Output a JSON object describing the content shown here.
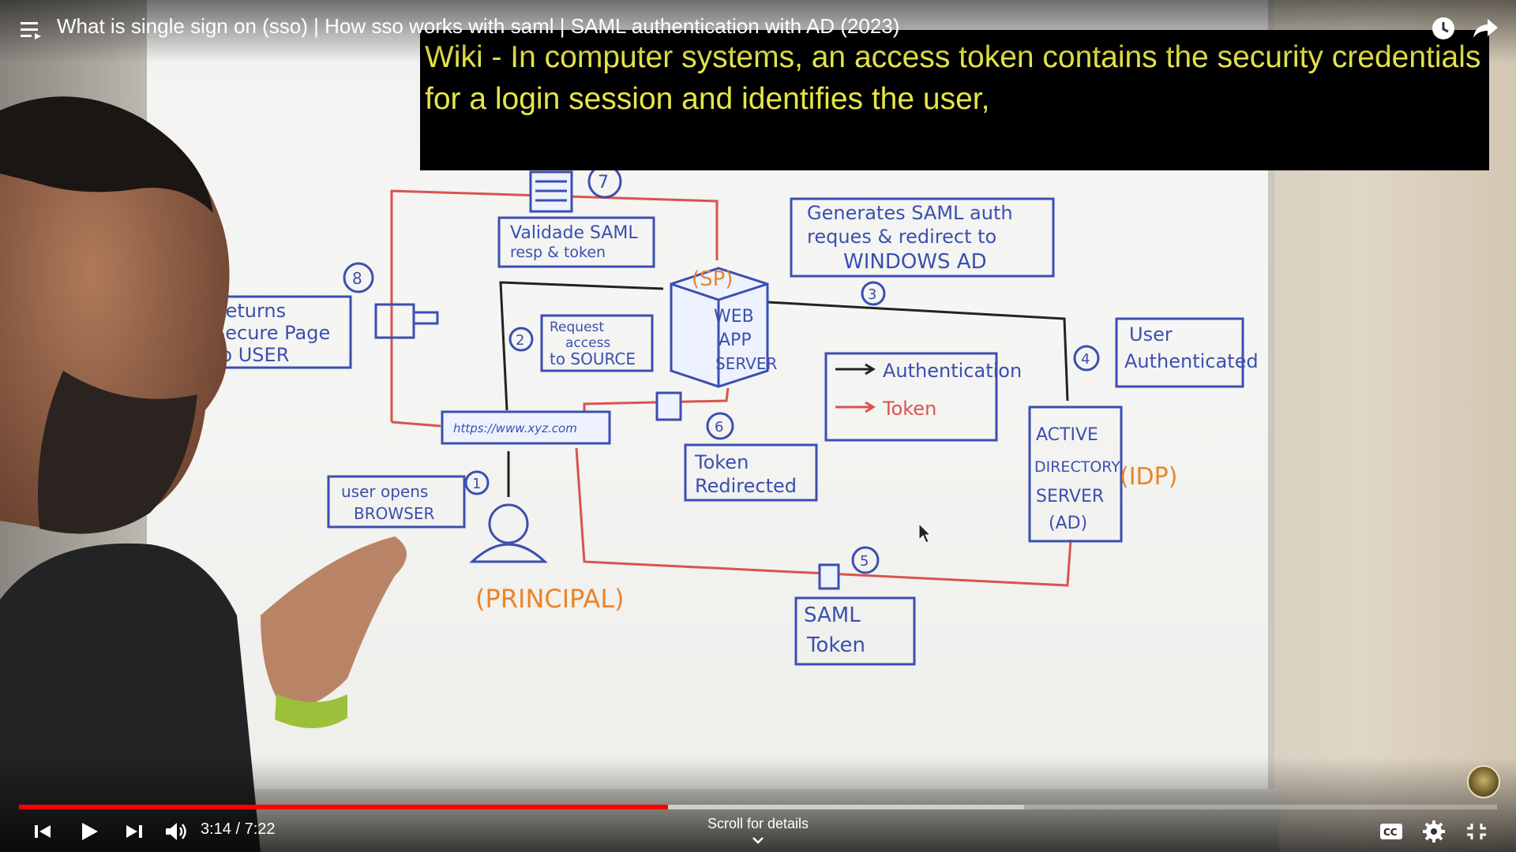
{
  "player": {
    "title": "What is single sign on (sso) | How sso works with saml | SAML authentication with AD (2023)",
    "current_time": "3:14",
    "duration": "7:22",
    "time_display": "3:14 / 7:22",
    "progress_fraction": 0.439,
    "buffered_fraction": 0.68,
    "scroll_hint": "Scroll for details",
    "accent_color": "#ff0000"
  },
  "overlay": {
    "wiki_text": "Wiki - In computer systems, an access token contains the security credentials for a login session and identifies the user,",
    "text_color": "#e6e64a"
  },
  "whiteboard": {
    "steps": [
      "1",
      "2",
      "3",
      "4",
      "5",
      "6",
      "7",
      "8"
    ],
    "validate": [
      "Validade SAML",
      "resp & token"
    ],
    "generates": [
      "Generates SAML auth",
      "reques & redirect to",
      "WINDOWS AD"
    ],
    "returns": [
      "Returns",
      "Secure Page",
      "to USER"
    ],
    "request": [
      "Request",
      "access",
      "to SOURCE"
    ],
    "sp_label": "(SP)",
    "server": [
      "WEB",
      "APP",
      "SERVER"
    ],
    "legend_auth": "Authentication",
    "legend_token": "Token",
    "user_auth": [
      "User",
      "Authenticated"
    ],
    "url": "https://www.xyz.com",
    "token_redirected": [
      "Token",
      "Redirected"
    ],
    "ad": [
      "ACTIVE",
      "DIRECTORY",
      "SERVER",
      "(AD)"
    ],
    "idp": "(IDP)",
    "user_opens": [
      "user opens",
      "BROWSER"
    ],
    "principal": "(PRINCIPAL)",
    "saml_token": [
      "SAML",
      "Token"
    ]
  },
  "icons": {
    "menu": "playlist-menu-icon",
    "clock": "watch-later-icon",
    "share": "share-icon",
    "prev": "previous-icon",
    "play": "play-icon",
    "next": "next-icon",
    "volume": "volume-icon",
    "captions": "captions-icon",
    "settings": "settings-gear-icon",
    "fullscreen": "exit-fullscreen-icon"
  }
}
